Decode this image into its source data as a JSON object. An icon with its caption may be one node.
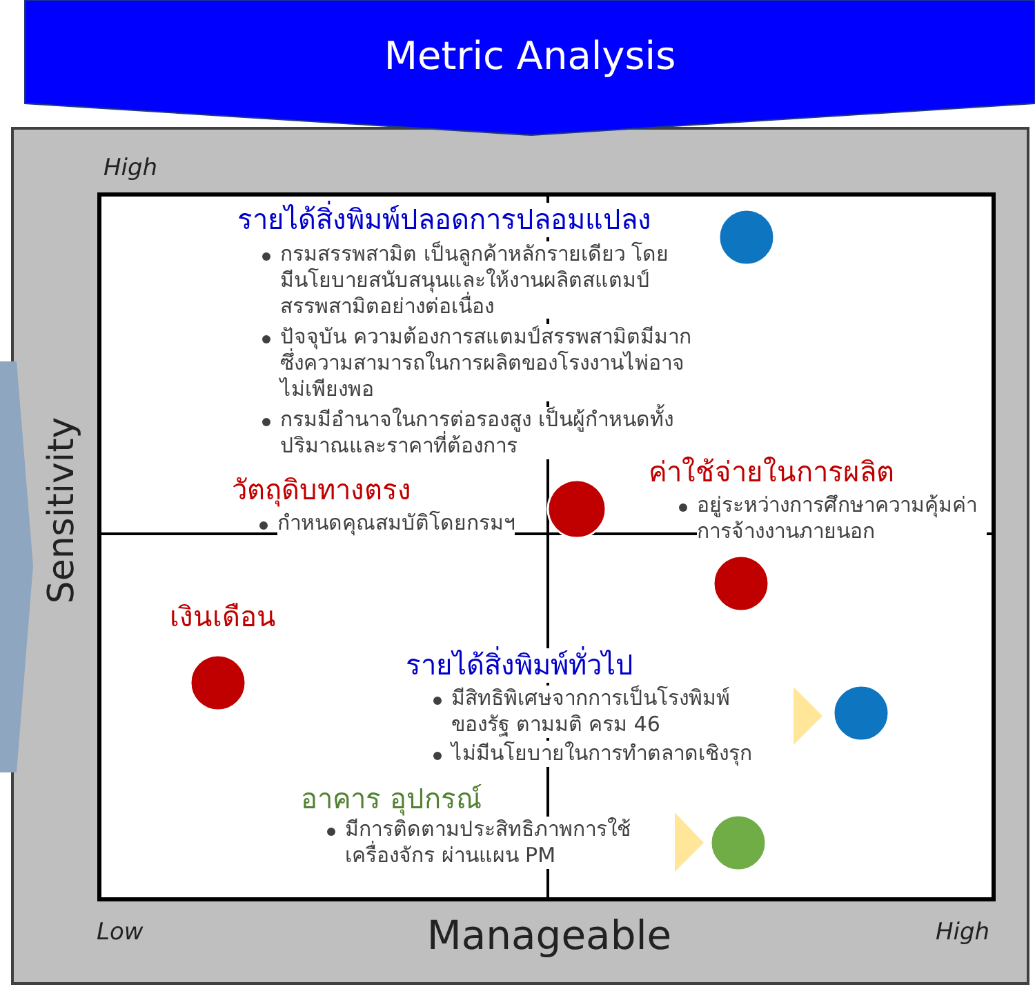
{
  "diagram": {
    "title": "Metric Analysis",
    "nodes": [
      {
        "text": [],
        "shape": "chevron"
      }
    ],
    "labels": [
      "High",
      "รายได้สิ่งพิมพ์ปลอดการปลอมแปลง",
      "กรมสรรพสามิต เป็นลูกค้าหลักรายเดียว โดยมีนโยบายสนับสนุนและให้งานผลิตสแตมป์สรรพสามิตอย่างต่อเนื่อง",
      "ปัจจุบัน ความต้องการสแตมป์สรรพสามิตมีมากซึ่งความสามารถในการผลิตของโรงงานไพ่อาจไม่เพียงพอ",
      "กรมมีอำนาจในการต่อรองสูง เป็นผู้กำหนดทั้งปริมาณและราคาที่ต้องการ",
      "วัตถุดิบทางตรง",
      "กำหนดคุณสมบัติโดยกรมฯ",
      "ค่าใช้จ่ายในการผลิต",
      "อยู่ระหว่างการศึกษาความคุ้มค่าการจ้างงานภายนอก",
      "เงินเดือน",
      "รายได้สิ่งพิมพ์ทั่วไป",
      "มีสิทธิพิเศษจากการเป็นโรงพิมพ์ของรัฐ ตามมติ ครม 46",
      "ไม่มีนโยบายในการทำตลาดเชิงรุก",
      "อาคาร อุปกรณ์",
      "มีการติดตามประสิทธิภาพการใช้เครื่องจักร ผ่านแผน PM",
      "Sensitivity",
      "Low",
      "Manageable",
      "High"
    ]
  }
}
